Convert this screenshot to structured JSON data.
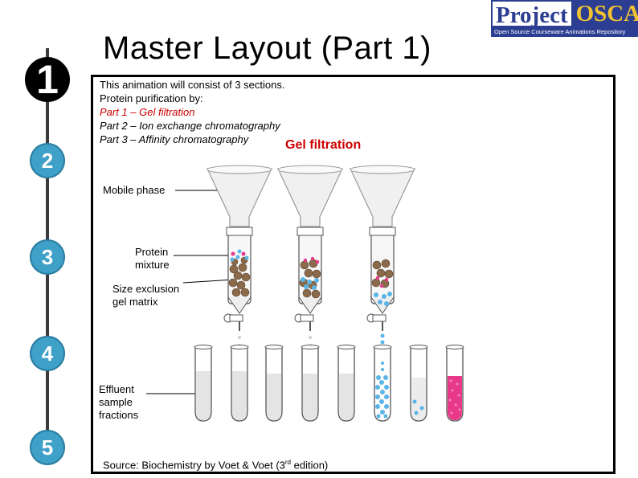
{
  "logo": {
    "word1": "Project",
    "word2": "OSCAR",
    "tagline": "Open Source Courseware Animations Repository"
  },
  "steps": [
    "1",
    "2",
    "3",
    "4",
    "5"
  ],
  "title": "Master Layout (Part 1)",
  "intro": {
    "line1": "This animation will consist of 3 sections.",
    "line2": "Protein purification by:",
    "part1": "Part 1 – Gel filtration",
    "part2": "Part 2 – Ion exchange chromatography",
    "part3": "Part 3 – Affinity chromatography"
  },
  "diagram": {
    "heading": "Gel filtration",
    "labels": {
      "mobile_phase": "Mobile phase",
      "protein_mixture_1": "Protein",
      "protein_mixture_2": "mixture",
      "matrix_1": "Size exclusion",
      "matrix_2": "gel matrix",
      "effluent_1": "Effluent",
      "effluent_2": "sample",
      "effluent_3": "fractions"
    },
    "colors": {
      "accent_red": "#cc0000",
      "step_blue": "#3fa0c8",
      "protein_blue": "#5ab4e6",
      "protein_pink": "#e8388a",
      "bead_brown": "#8a6a4a"
    }
  },
  "source": {
    "text": "Source: Biochemistry by Voet & Voet (3",
    "sup": "rd",
    "end": " edition)"
  }
}
